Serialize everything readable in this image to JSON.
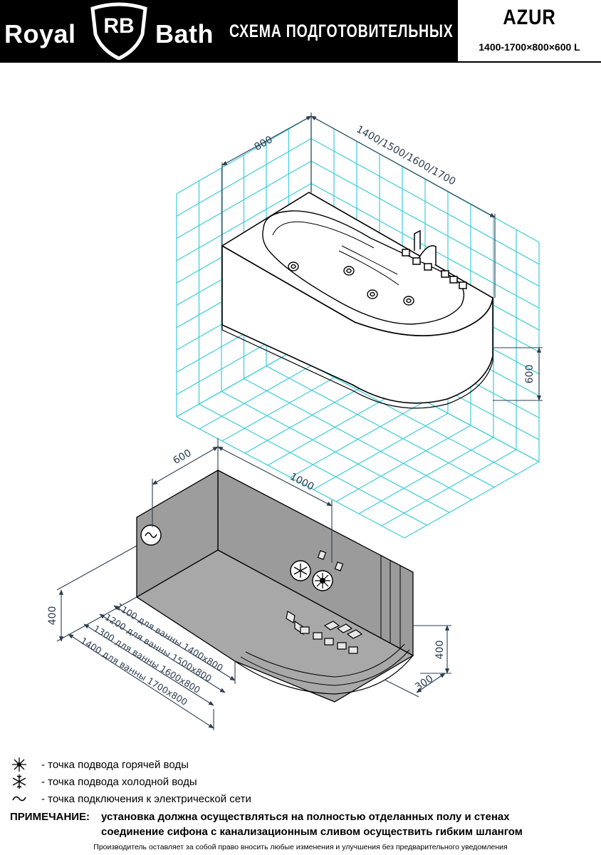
{
  "header": {
    "brand_left": "Royal",
    "brand_monogram": "RB",
    "brand_right": "Bath",
    "scheme_title": "СХЕМА ПОДГОТОВИТЕЛЬНЫХ РАБОТ",
    "model_name": "AZUR",
    "model_dims": "1400-1700×800×600 L"
  },
  "top_view": {
    "dim_depth": "800",
    "dim_length": "1400/1500/1600/1700",
    "dim_height": "600"
  },
  "bottom_view": {
    "dim_depth": "600",
    "dim_width": "1000",
    "dim_left_height": "400",
    "dim_right_height": "400",
    "dim_right_width": "300",
    "length_options": [
      "1100 для ванны 1400х800",
      "1200 для ванны 1500х800",
      "1300 для ванны 1600х800",
      "1400 для ванны 1700х800"
    ]
  },
  "legend": {
    "hot_water": "- точка подвода горячей воды",
    "cold_water": "- точка подвода холодной воды",
    "electric": "- точка подключения к электрической сети"
  },
  "note": {
    "label": "ПРИМЕЧАНИЕ:",
    "line1": "установка должна осуществляться на полностью отделанных полу и стенах",
    "line2": "соединение сифона с канализационным сливом осуществить гибким шлангом"
  },
  "footer": "Производитель оставляет за собой право вносить любые изменения и улучшения без предварительного уведомления",
  "colors": {
    "tile_lines": "#3ccdd8",
    "dimension_lines": "#2c3e50",
    "wall_fill": "#9b9b9b",
    "header_bg": "#000000"
  },
  "icons": [
    "royal-bath-shield-logo",
    "hot-water-icon",
    "cold-water-icon",
    "electric-outlet-icon"
  ]
}
